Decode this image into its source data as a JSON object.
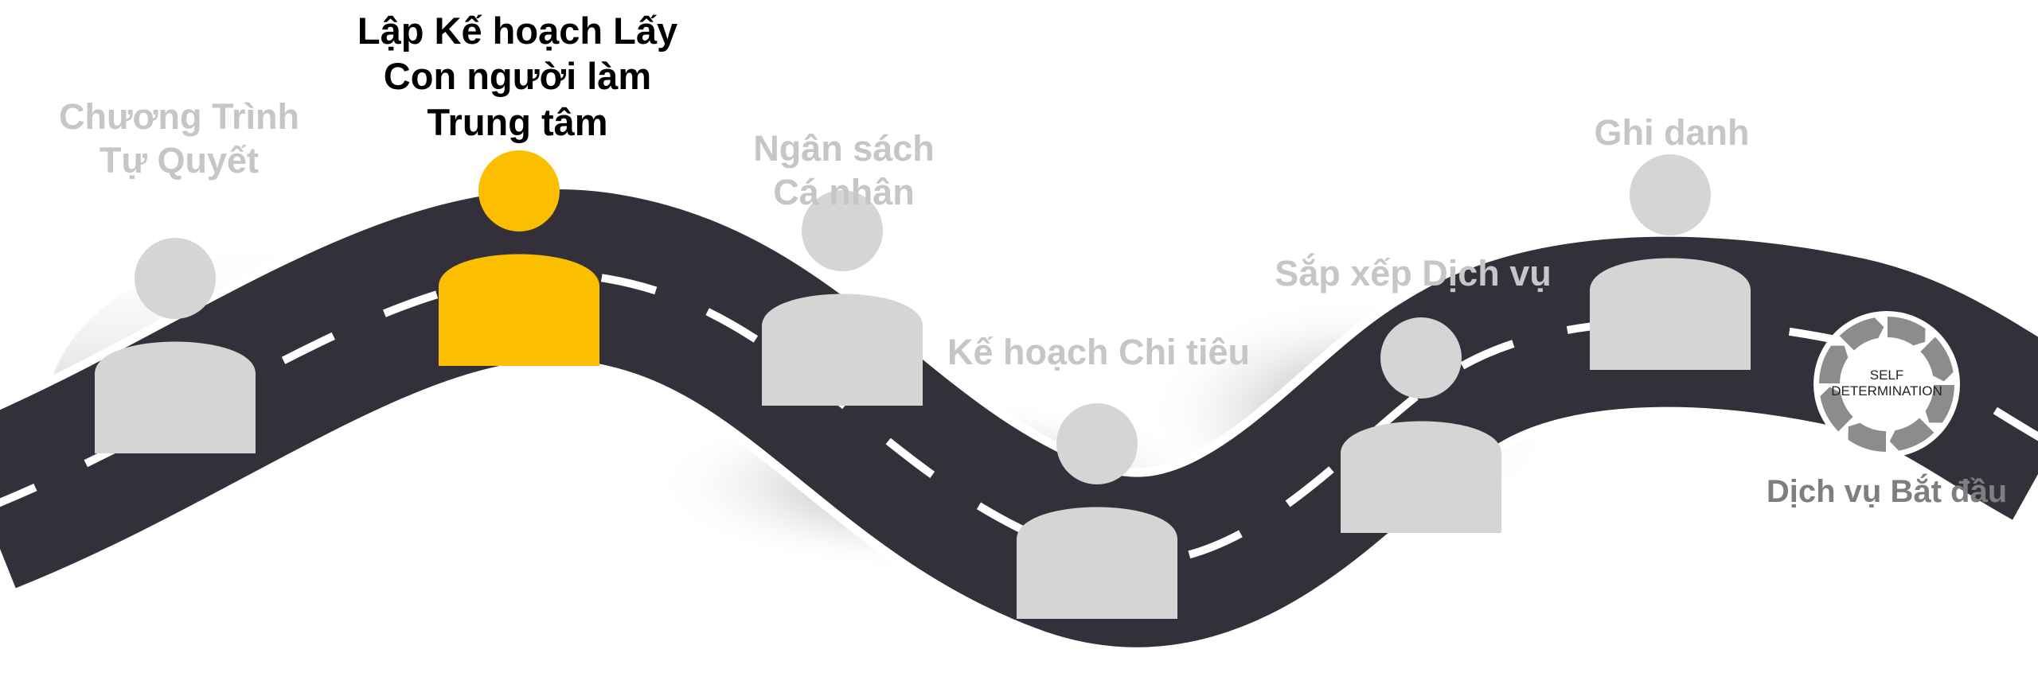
{
  "colors": {
    "road": "#33303a",
    "road_edge": "#ffffff",
    "road_shadow": "#8a8a8a",
    "person_inactive": "#d5d5d5",
    "person_active": "#fbbf00",
    "badge_ring": "#8c8c8c"
  },
  "steps": [
    {
      "lines": [
        "Chương Trình",
        "Tự Quyết"
      ],
      "active": false,
      "icon": "person-icon"
    },
    {
      "lines": [
        "Lập Kế hoạch Lấy",
        "Con người làm",
        "Trung tâm"
      ],
      "active": true,
      "icon": "person-icon"
    },
    {
      "lines": [
        "Ngân sách",
        "Cá nhân"
      ],
      "active": false,
      "icon": "person-icon"
    },
    {
      "lines": [
        "Kế hoạch Chi tiêu"
      ],
      "active": false,
      "icon": "person-icon"
    },
    {
      "lines": [
        "Sắp xếp Dịch vụ"
      ],
      "active": false,
      "icon": "person-icon"
    },
    {
      "lines": [
        "Ghi danh"
      ],
      "active": false,
      "icon": "person-icon"
    }
  ],
  "end": {
    "label": "Dịch vụ Bắt đầu",
    "badge_lines": [
      "SELF",
      "DETERMINATION"
    ],
    "icon": "cycle-arrows-icon"
  }
}
